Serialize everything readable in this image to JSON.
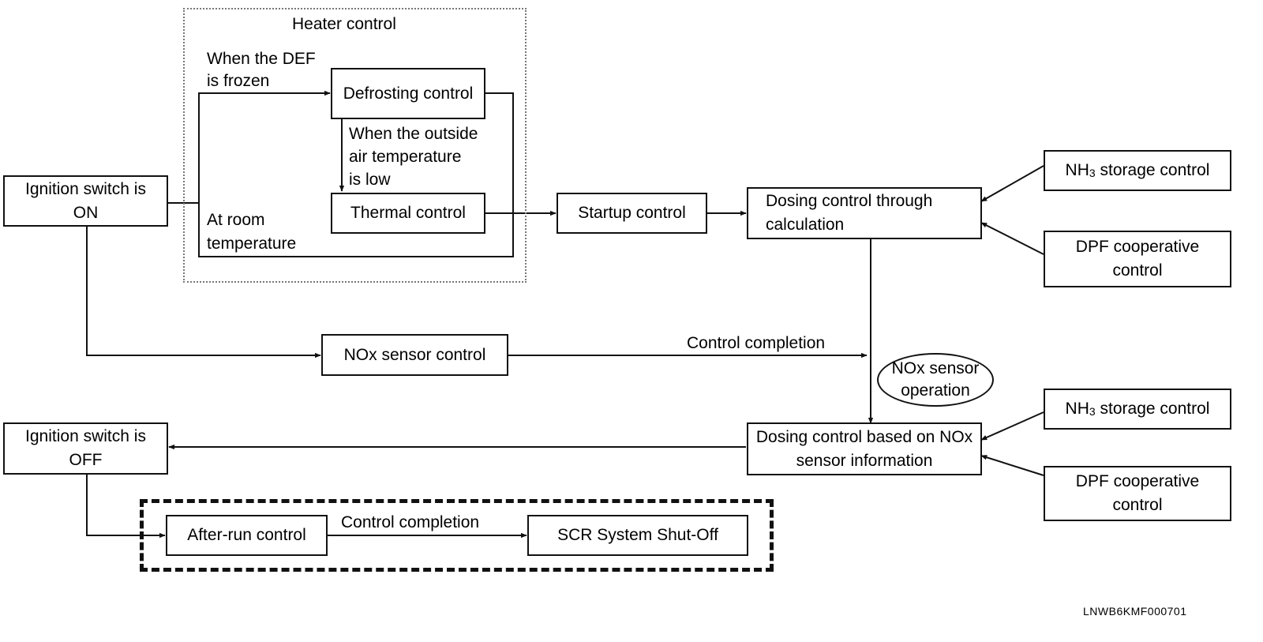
{
  "heater_control": {
    "title": "Heater control"
  },
  "nodes": {
    "ignition_on": "Ignition switch is ON",
    "defrosting": "Defrosting control",
    "thermal": "Thermal control",
    "startup": "Startup control",
    "dosing_calc": "Dosing control through calculation",
    "nh3_storage_top": {
      "prefix": "NH",
      "sub": "3",
      "suffix": " storage control"
    },
    "dpf_top": "DPF cooperative control",
    "nox_sensor_control": "NOx sensor control",
    "nox_sensor_operation": "NOx sensor operation",
    "dosing_nox": "Dosing control based on NOx sensor information",
    "nh3_storage_bottom": {
      "prefix": "NH",
      "sub": "3",
      "suffix": " storage control"
    },
    "dpf_bottom": "DPF cooperative control",
    "ignition_off": "Ignition switch is OFF",
    "after_run": "After-run control",
    "scr_shutoff": "SCR System Shut-Off"
  },
  "conditions": {
    "def_frozen_line1": "When the DEF",
    "def_frozen_line2": "is frozen",
    "outside_low_line1": "When the outside",
    "outside_low_line2": "air temperature",
    "outside_low_line3": "is low",
    "room_temp_line1": "At room",
    "room_temp_line2": "temperature",
    "control_completion_top": "Control completion",
    "control_completion_bottom": "Control completion"
  },
  "figure_code": "LNWB6KMF000701"
}
